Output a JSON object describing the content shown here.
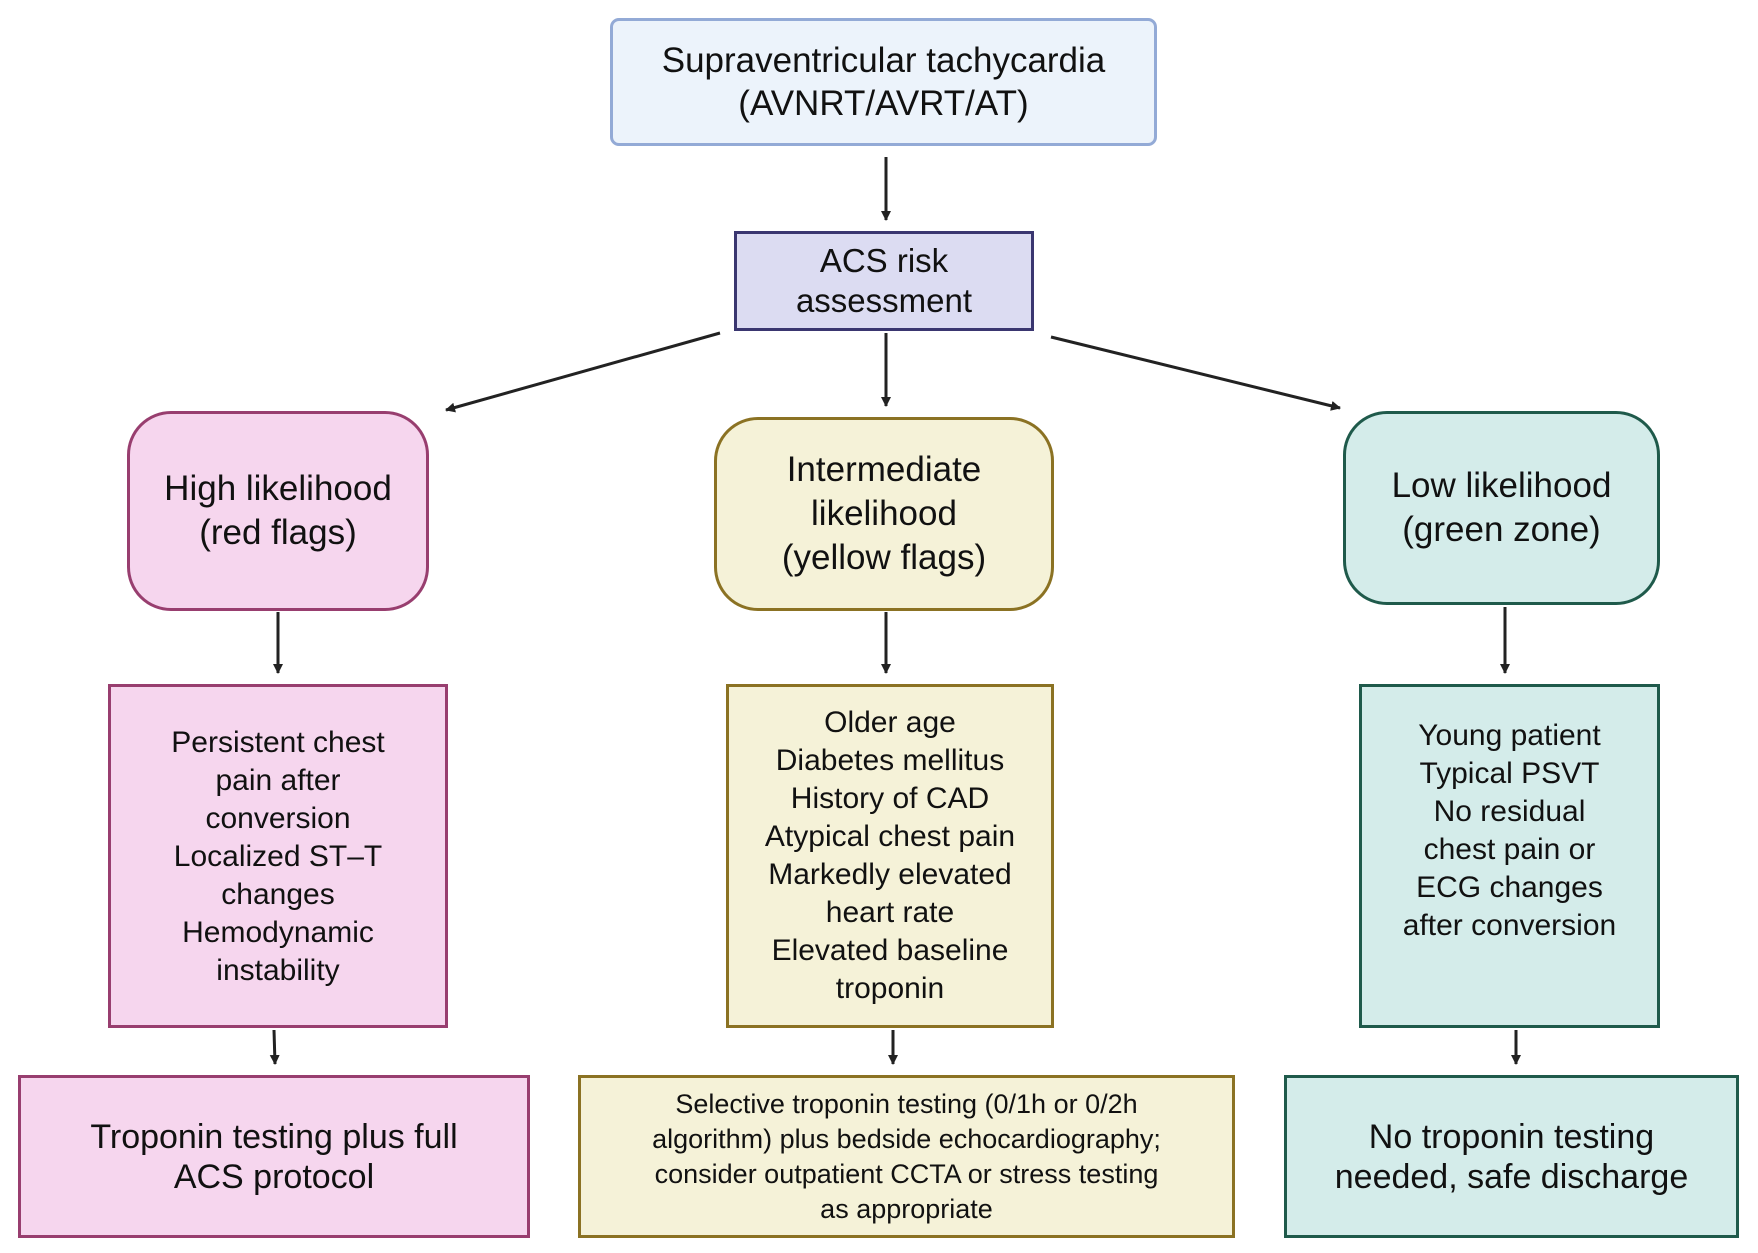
{
  "diagram": {
    "root": {
      "text": "Supraventricular tachycardia\n(AVNRT/AVRT/AT)",
      "fill": "#ecf3fb",
      "stroke": "#93aad6"
    },
    "assessment": {
      "text": "ACS risk\nassessment",
      "fill": "#dcdcf2",
      "stroke": "#3a3670"
    },
    "branches": [
      {
        "id": "high",
        "category": "High likelihood\n(red flags)",
        "criteria": "Persistent chest\npain after\nconversion\nLocalized ST–T\nchanges\nHemodynamic\ninstability",
        "action": "Troponin testing plus full\nACS protocol",
        "fill": "#f6d6ee",
        "stroke": "#983e6f"
      },
      {
        "id": "intermediate",
        "category": "Intermediate\nlikelihood\n(yellow flags)",
        "criteria": "Older age\nDiabetes mellitus\nHistory of CAD\nAtypical chest pain\nMarkedly elevated\nheart rate\nElevated baseline\ntroponin",
        "action": "Selective troponin testing (0/1h or 0/2h\nalgorithm) plus bedside echocardiography;\nconsider outpatient CCTA or stress testing\nas appropriate",
        "fill": "#f5f2d8",
        "stroke": "#8b7223"
      },
      {
        "id": "low",
        "category": "Low likelihood\n(green zone)",
        "criteria": "Young patient\nTypical PSVT\nNo residual\nchest pain or\nECG changes\nafter conversion",
        "action": "No troponin testing\nneeded, safe discharge",
        "fill": "#d4ecea",
        "stroke": "#1f5a4b"
      }
    ],
    "arrow_color": "#222222"
  }
}
